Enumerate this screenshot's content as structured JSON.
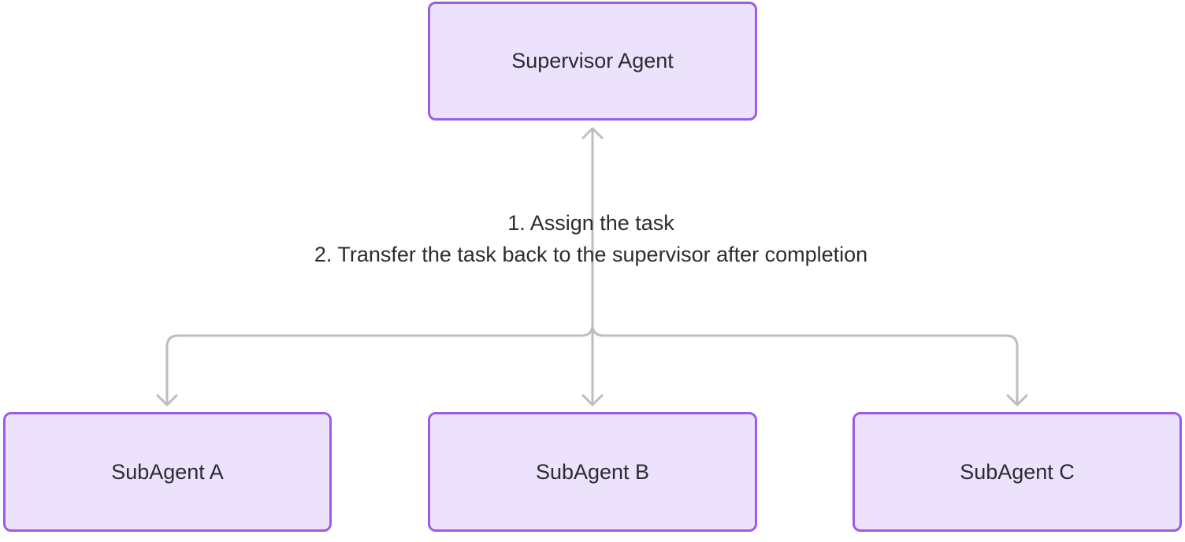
{
  "diagram": {
    "supervisor": {
      "label": "Supervisor Agent"
    },
    "subagents": [
      {
        "label": "SubAgent A"
      },
      {
        "label": "SubAgent B"
      },
      {
        "label": "SubAgent C"
      }
    ],
    "edge_label": {
      "line1": "1. Assign the task",
      "line2": "2. Transfer the task back to the supervisor after completion"
    },
    "colors": {
      "node_fill": "#ece2fb",
      "node_border": "#9b5de5",
      "connector": "#bdbdbd",
      "text": "#2b2b33"
    }
  }
}
